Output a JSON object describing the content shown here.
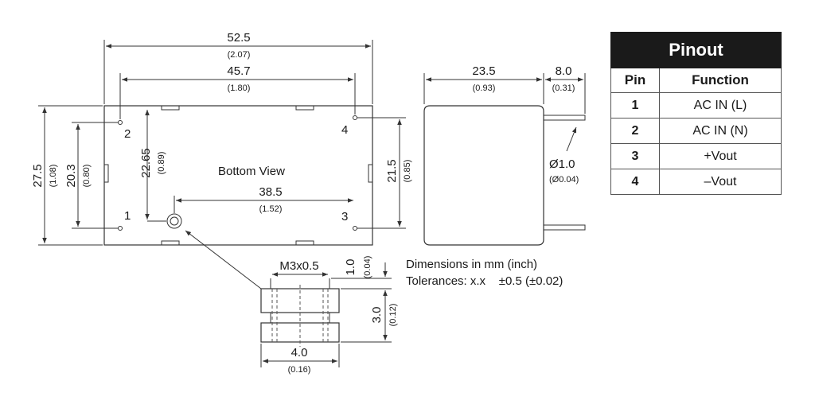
{
  "bottom_view": {
    "label": "Bottom View",
    "width_mm": "52.5",
    "width_in": "(2.07)",
    "pin_span_x_mm": "45.7",
    "pin_span_x_in": "(1.80)",
    "pin13_span_mm": "38.5",
    "pin13_span_in": "(1.52)",
    "height_mm": "27.5",
    "height_in": "(1.08)",
    "pin_span_y_mm": "20.3",
    "pin_span_y_in": "(0.80)",
    "mount_y_mm": "22.65",
    "mount_y_in": "(0.89)",
    "pin4_span_y_mm": "21.5",
    "pin4_span_y_in": "(0.85)",
    "pin_labels": [
      "1",
      "2",
      "3",
      "4"
    ]
  },
  "side_view": {
    "depth_mm": "23.5",
    "depth_in": "(0.93)",
    "pin_len_mm": "8.0",
    "pin_len_in": "(0.31)",
    "pin_dia_mm": "Ø1.0",
    "pin_dia_in": "(Ø0.04)"
  },
  "insert_detail": {
    "thread": "M3x0.5",
    "top_mm": "1.0",
    "top_in": "(0.04)",
    "height_mm": "3.0",
    "height_in": "(0.12)",
    "width_mm": "4.0",
    "width_in": "(0.16)"
  },
  "notes": {
    "line1": "Dimensions in mm (inch)",
    "line2": "Tolerances: x.x    ±0.5 (±0.02)"
  },
  "pinout": {
    "title": "Pinout",
    "col_pin": "Pin",
    "col_function": "Function",
    "rows": [
      {
        "pin": "1",
        "function": "AC IN (L)"
      },
      {
        "pin": "2",
        "function": "AC IN (N)"
      },
      {
        "pin": "3",
        "function": "+Vout"
      },
      {
        "pin": "4",
        "function": "–Vout"
      }
    ]
  }
}
